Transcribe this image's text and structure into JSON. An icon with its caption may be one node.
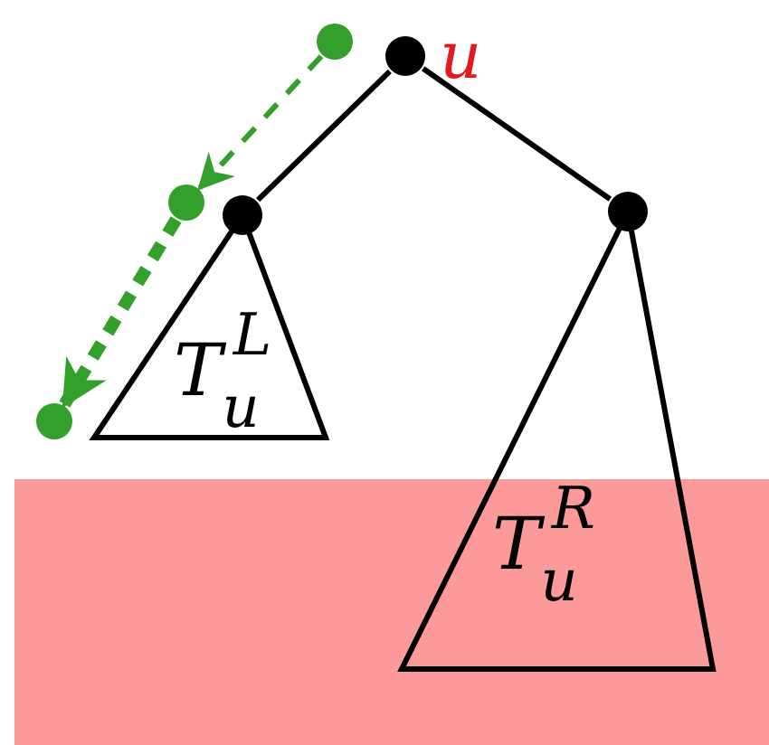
{
  "diagram": {
    "nodes": [
      {
        "text": [],
        "shape": "circle",
        "beside": [
          "u"
        ]
      },
      {
        "text": [],
        "shape": "circle"
      },
      {
        "text": [],
        "shape": "circle"
      },
      {
        "text": [
          "T$_{u}$$^{L}$"
        ]
      },
      {
        "text": [
          "T$_{u}$$^{R}$"
        ]
      },
      {
        "text": [],
        "shape": "circle"
      },
      {
        "text": [],
        "shape": "circle"
      },
      {
        "text": [],
        "shape": "circle"
      }
    ],
    "edges": [
      {
        "from": 0,
        "to": 1,
        "arrow": "none"
      },
      {
        "from": 0,
        "to": 2,
        "arrow": "none"
      },
      {
        "from": 5,
        "to": 6,
        "arrow": "to",
        "style": "dashed",
        "color": "#33a02c"
      },
      {
        "from": 6,
        "to": 7,
        "arrow": "to",
        "style": "dashed",
        "color": "#33a02c"
      }
    ]
  }
}
